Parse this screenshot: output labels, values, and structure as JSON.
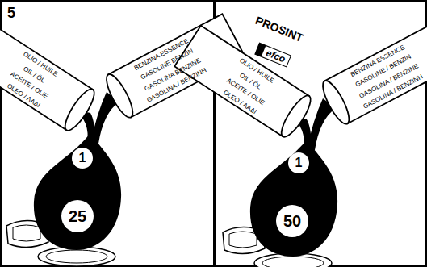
{
  "diagram": {
    "labels": [
      "5",
      "OLIO / HUILE",
      "OIL / ÖL",
      "ACEITE / OLIE",
      "OLEO / ΛΑΔΙ",
      "BENZINA ESSENCE",
      "GASOLINE BENZIN",
      "GASOLINA BENZINE",
      "GASOLINA / ΒΕΝΖΙΝΗ",
      "1",
      "25",
      "PROSINT",
      "efco",
      "OLIO / HUILE",
      "OIL / ÖL",
      "ACEITE / OLIE",
      "OLEO / ΛΑΔΙ",
      "BENZINA ESSENCE",
      "GASOLINE / BENZIN",
      "GASOLINA / BENZINE",
      "GASOLINA / ΒΕΝΖΙΝΗ",
      "1",
      "50"
    ]
  }
}
